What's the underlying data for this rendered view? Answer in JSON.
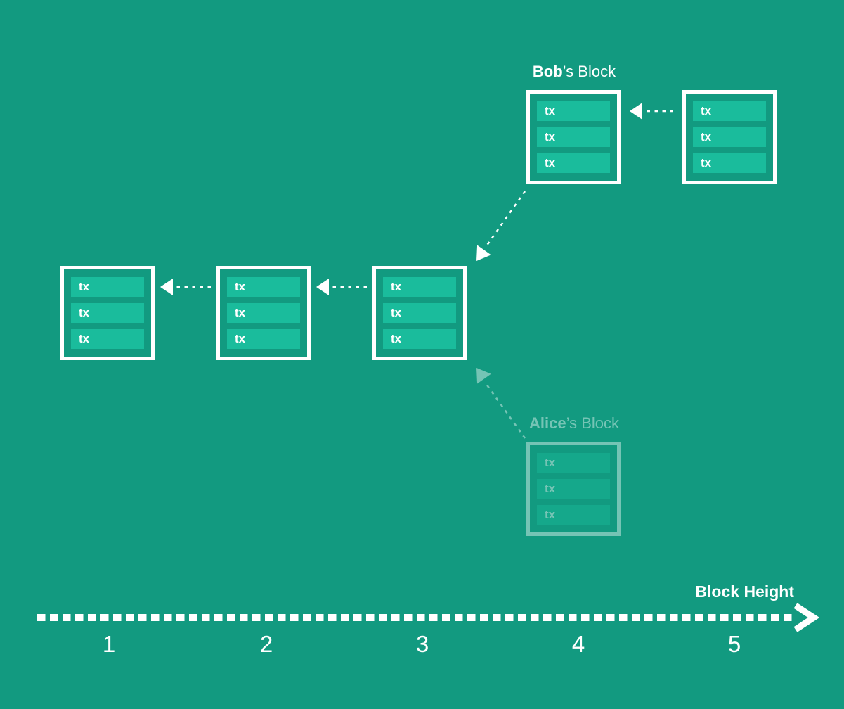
{
  "colors": {
    "background": "#129A80",
    "tx_bar": "#1ABC9C",
    "block_border": "#FFFFFF",
    "text": "#FFFFFF"
  },
  "blocks": [
    {
      "name": "block-height-1",
      "txs": [
        "tx",
        "tx",
        "tx"
      ]
    },
    {
      "name": "block-height-2",
      "txs": [
        "tx",
        "tx",
        "tx"
      ]
    },
    {
      "name": "block-height-3",
      "txs": [
        "tx",
        "tx",
        "tx"
      ]
    },
    {
      "name": "bob-block",
      "title_bold": "Bob",
      "title_rest": "’s Block",
      "txs": [
        "tx",
        "tx",
        "tx"
      ]
    },
    {
      "name": "block-height-5",
      "txs": [
        "tx",
        "tx",
        "tx"
      ]
    },
    {
      "name": "alice-block",
      "title_bold": "Alice",
      "title_rest": "’s Block",
      "faded": true,
      "txs": [
        "tx",
        "tx",
        "tx"
      ]
    }
  ],
  "connections": [
    {
      "from": "block-height-2",
      "to": "block-height-1",
      "style": "dashed-arrow"
    },
    {
      "from": "block-height-3",
      "to": "block-height-2",
      "style": "dashed-arrow"
    },
    {
      "from": "block-height-5",
      "to": "bob-block",
      "style": "dashed-arrow"
    },
    {
      "from": "bob-block",
      "to": "block-height-3",
      "style": "dashed-arrow"
    },
    {
      "from": "alice-block",
      "to": "block-height-3",
      "style": "dashed-arrow-faded"
    }
  ],
  "axis": {
    "label": "Block Height",
    "ticks": [
      "1",
      "2",
      "3",
      "4",
      "5"
    ]
  }
}
